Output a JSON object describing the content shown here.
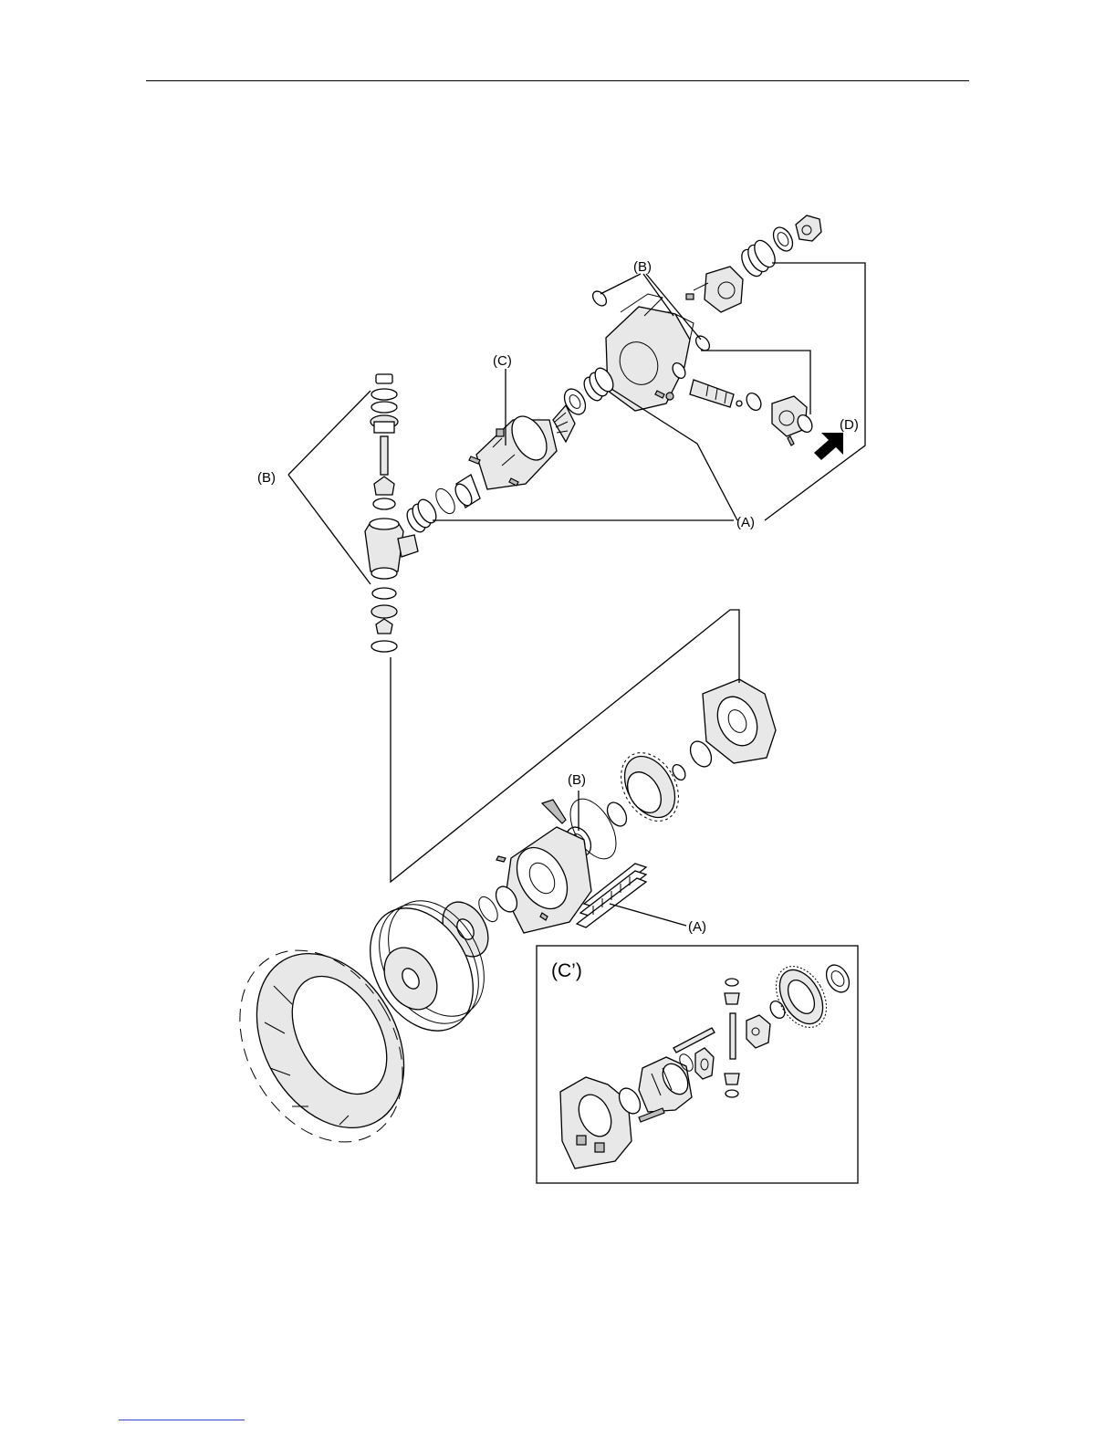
{
  "labels": {
    "B_top": "(B)",
    "C": "(C)",
    "D": "(D)",
    "B_left": "(B)",
    "A_mid": "(A)",
    "B_lower": "(B)",
    "A_lower": "(A)",
    "C_prime": "(C’)"
  }
}
